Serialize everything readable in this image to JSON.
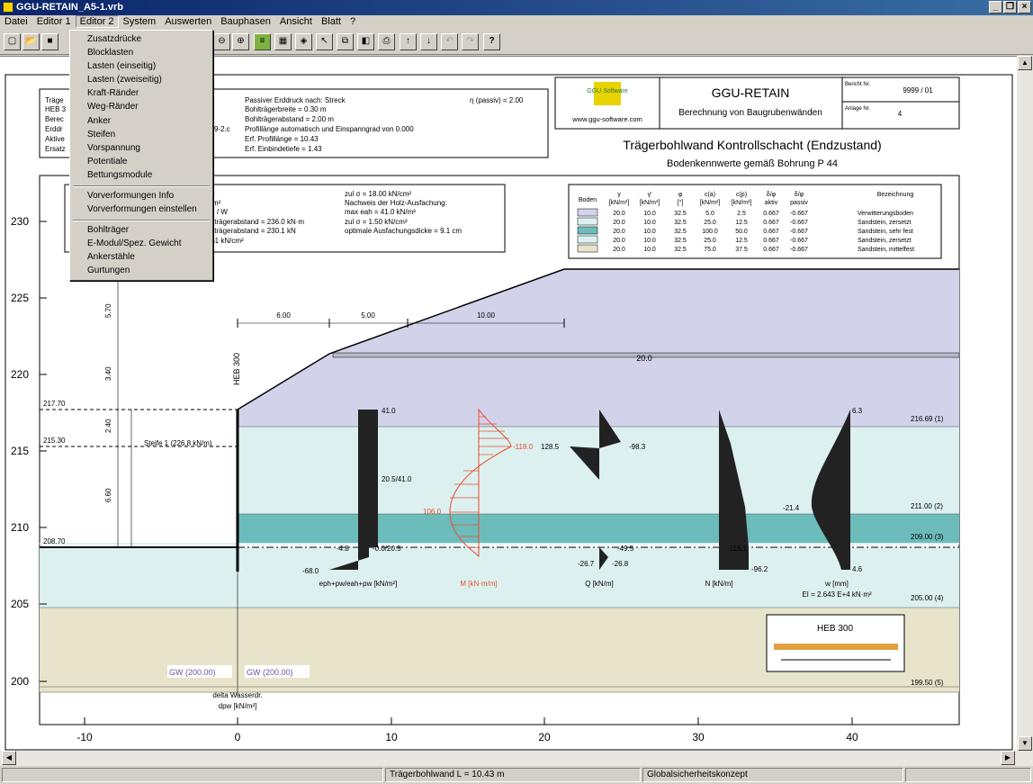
{
  "window": {
    "title": "GGU-RETAIN_A5-1.vrb"
  },
  "menu": [
    "Datei",
    "Editor 1",
    "Editor 2",
    "System",
    "Auswerten",
    "Bauphasen",
    "Ansicht",
    "Blatt",
    "?"
  ],
  "editor2_menu": {
    "group1": [
      "Zusatzdrücke",
      "Blocklasten",
      "Lasten (einseitig)",
      "Lasten (zweiseitig)",
      "Kraft-Ränder",
      "Weg-Ränder",
      "Anker",
      "Steifen",
      "Vorspannung",
      "Potentiale",
      "Bettungsmodule"
    ],
    "group2": [
      "Vorverformungen Info",
      "Vorverformungen einstellen"
    ],
    "group3": [
      "Bohlträger",
      "E-Modul/Spez. Gewicht",
      "Ankerstähle",
      "Gurtungen"
    ]
  },
  "toolbar": {
    "help": "?"
  },
  "header": {
    "logo_text": "GGU Software",
    "website": "www.ggu-software.com",
    "program": "GGU-RETAIN",
    "subtitle": "Berechnung von Baugrubenwänden",
    "bericht_label": "Bericht Nr.",
    "bericht_value": "9999 / 01",
    "anlage_label": "Anlage Nr.",
    "anlage_value": "4",
    "title1": "Trägerbohlwand Kontrollschacht (Endzustand)",
    "title2": "Bodenkennwerte gemäß Bohrung P 44"
  },
  "info_left": {
    "fragments": [
      "Träge",
      "HEB 3",
      "Berec",
      "Erddr",
      "Aktive",
      "Ersatz"
    ],
    "line3_tail": "9-2.c",
    "right_col": [
      "Passiver Erddruck nach: Streck",
      "Bohlträgerbreite = 0.30 m",
      "Bohlträgerabstand = 2.00 m",
      "Profillänge automatisch und Einspanngrad von 0.000",
      "Erf. Profillänge = 10.43",
      "Erf. Einbindetiefe = 1.43"
    ],
    "eta": "η (passiv) = 2.00"
  },
  "info_mid": {
    "left": [
      "m",
      "cm²",
      "M / W",
      "hlträgerabstand = 236.0 kN·m",
      "hlträgerabstand = 230.1 kN",
      ".61 kN/cm²"
    ],
    "right": [
      "zul σ = 18.00 kN/cm²",
      "Nachweis der Holz-Ausfachung:",
      "max eah = 41.0 kN/m²",
      "zul σ = 1.50 kN/cm²",
      "optimale Ausfachungsdicke = 9.1 cm"
    ]
  },
  "soil_table": {
    "headers": [
      "Boden",
      "γ",
      "γ'",
      "φ",
      "c(a)",
      "c(p)",
      "δ/φ",
      "δ/φ",
      "Bezeichnung"
    ],
    "units": [
      "",
      "[kN/m³]",
      "[kN/m³]",
      "[°]",
      "[kN/m²]",
      "[kN/m²]",
      "aktiv",
      "passiv",
      ""
    ],
    "rows": [
      {
        "color": "#d2d2ea",
        "gamma": "20.0",
        "gamma2": "10.0",
        "phi": "32.5",
        "ca": "5.0",
        "cp": "2.5",
        "da": "0.667",
        "dp": "-0.667",
        "name": "Verwitterungsboden"
      },
      {
        "color": "#dcf0f0",
        "gamma": "20.0",
        "gamma2": "10.0",
        "phi": "32.5",
        "ca": "25.0",
        "cp": "12.5",
        "da": "0.667",
        "dp": "-0.667",
        "name": "Sandstein, zersetzt"
      },
      {
        "color": "#6cbcbc",
        "gamma": "20.0",
        "gamma2": "10.0",
        "phi": "32.5",
        "ca": "100.0",
        "cp": "50.0",
        "da": "0.667",
        "dp": "-0.667",
        "name": "Sandstein, sehr fest"
      },
      {
        "color": "#dcf0f0",
        "gamma": "20.0",
        "gamma2": "10.0",
        "phi": "32.5",
        "ca": "25.0",
        "cp": "12.5",
        "da": "0.667",
        "dp": "-0.667",
        "name": "Sandstein, zersetzt"
      },
      {
        "color": "#e8e4cc",
        "gamma": "20.0",
        "gamma2": "10.0",
        "phi": "32.5",
        "ca": "75.0",
        "cp": "37.5",
        "da": "0.667",
        "dp": "-0.667",
        "name": "Sandstein, mittelfest"
      }
    ]
  },
  "axes": {
    "y_ticks": [
      "230",
      "225",
      "220",
      "215",
      "210",
      "205",
      "200"
    ],
    "x_ticks": [
      "-10",
      "0",
      "10",
      "20",
      "30",
      "40"
    ]
  },
  "section": {
    "elevations_left": [
      "217.70",
      "215.30",
      "208.70"
    ],
    "layer_labels": [
      "216.69 (1)",
      "211.00 (2)",
      "209.00 (3)",
      "205.00 (4)",
      "199.50 (5)"
    ],
    "dims_vertical": [
      "5.70",
      "3.40",
      "2.40",
      "6.60"
    ],
    "dims_horizontal": [
      "6.00",
      "5.00",
      "10.00"
    ],
    "surcharge": "20.0",
    "profile": "HEB 300",
    "strut": "Steife 1 (226.8 kN/m)",
    "gw_left": "GW (200.00)",
    "gw_right": "GW (200.00)",
    "water_label1": "delta Wasserdr.",
    "water_label2": "dpw [kN/m²]",
    "heb_box": "HEB 300"
  },
  "diagrams": {
    "pressure": {
      "label": "eph+pw/eah+pw [kN/m²]",
      "v_top": "41.0",
      "v_mid": "20.5/41.0",
      "v_exc_left": "-4.8",
      "v_exc_right": "-0.0/20.5",
      "v_bottom": "-68.0"
    },
    "moment": {
      "label": "M [kN·m/m]",
      "v_max": "-118.0",
      "v_min": "106.0"
    },
    "shear": {
      "label": "Q [kN/m]",
      "v1": "128.5",
      "v2": "-98.3",
      "v3": "-49.5",
      "v4": "-26.7",
      "v5": "-26.8"
    },
    "normal": {
      "label": "N [kN/m]",
      "v1": "-115.1",
      "v2": "-96.2"
    },
    "deflection": {
      "label": "w [mm]",
      "v1": "6.3",
      "v2": "-21.4",
      "v3": "4.6",
      "ei": "EI = 2.643 E+4 kN·m²"
    }
  },
  "status": {
    "cell1": "",
    "cell2": "Trägerbohlwand  L = 10.43 m",
    "cell3": "Globalsicherheitskonzept"
  },
  "colors": {
    "moment": "#e8502a",
    "layer1": "#d2d2ea",
    "layer2": "#dcf0f0",
    "layer3": "#6cbcbc",
    "layer4": "#dcf0f0",
    "layer5": "#e8e4cc"
  }
}
